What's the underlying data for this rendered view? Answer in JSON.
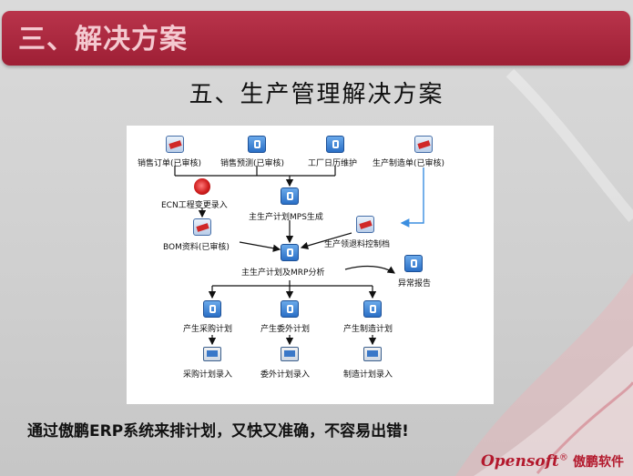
{
  "header": {
    "title": "三、解决方案"
  },
  "subtitle": "五、生产管理解决方案",
  "diagram": {
    "nodes": {
      "sales_order": "销售订单(已审核)",
      "sales_forecast": "销售预测(已审核)",
      "factory_calendar": "工厂日历维护",
      "production_order": "生产制造单(已审核)",
      "ecn": "ECN工程变更录入",
      "mps": "主生产计划MPS生成",
      "bom": "BOM资料(已审核)",
      "material_control": "生产领退料控制档",
      "mrp": "主生产计划及MRP分析",
      "exception": "异常报告",
      "gen_purchase": "产生采购计划",
      "gen_outsource": "产生委外计划",
      "gen_manufacture": "产生制造计划",
      "entry_purchase": "采购计划录入",
      "entry_outsource": "委外计划录入",
      "entry_manufacture": "制造计划录入"
    }
  },
  "footer": {
    "statement": "通过傲鹏ERP系统来排计划，又快又准确，不容易出错!",
    "brand_en": "Opensoft",
    "brand_mark": "®",
    "brand_cn": "傲鹏软件"
  },
  "colors": {
    "accent": "#a0233a",
    "brand": "#b3192d"
  }
}
